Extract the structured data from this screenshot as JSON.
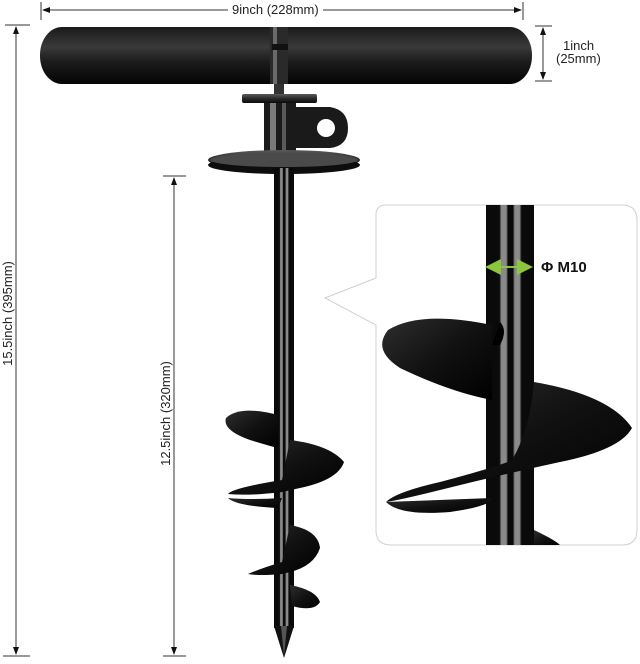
{
  "diagram": {
    "subject": "Spiral ground anchor auger with T-handle",
    "dimensions": {
      "handle_length": "9inch (228mm)",
      "handle_diameter_line1": "1inch",
      "handle_diameter_line2": "(25mm)",
      "total_height": "15.5inch (395mm)",
      "shaft_length": "12.5inch (320mm)",
      "shaft_diameter": "Φ M10"
    },
    "colors": {
      "product": "#111111",
      "dimension_line": "#333333",
      "callout_border": "#d0d0d0",
      "diameter_arrow": "#8cc63f",
      "background": "#ffffff"
    },
    "parts": [
      "T-handle grip",
      "eyelet ring",
      "round base plate",
      "steel shaft",
      "spiral auger blades",
      "pointed tip",
      "zoom callout detail"
    ]
  }
}
